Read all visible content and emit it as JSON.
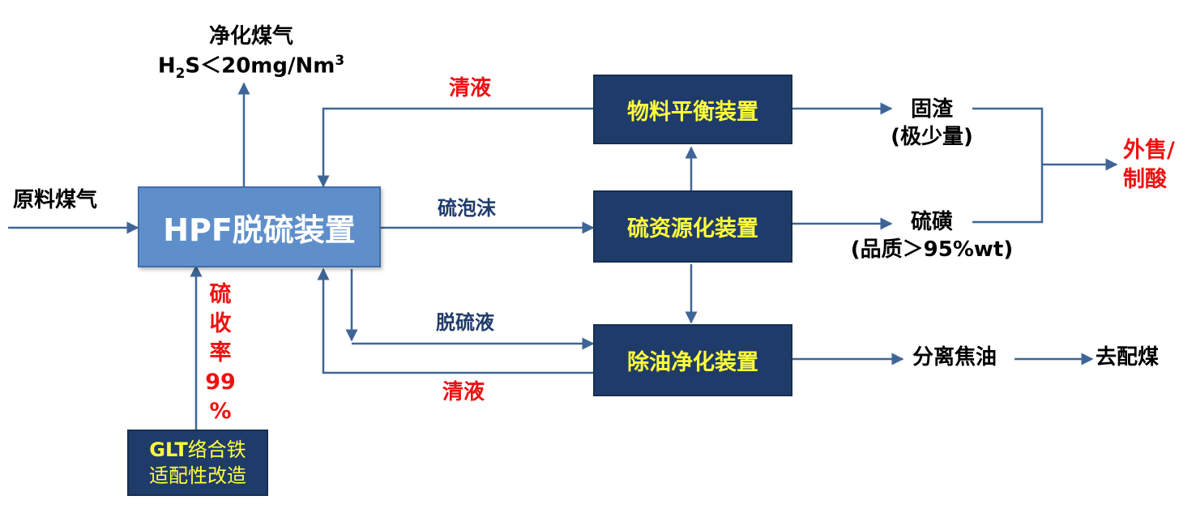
{
  "input": {
    "raw_gas": "原料煤气"
  },
  "output": {
    "clean_gas": "净化煤气",
    "h2s_spec": {
      "prefix": "H",
      "sub": "2",
      "mid": "S＜20mg/Nm",
      "sup": "3"
    }
  },
  "nodes": {
    "hpf": "HPF脱硫装置",
    "balance": "物料平衡装置",
    "sulfur": "硫资源化装置",
    "oil": "除油净化装置",
    "glt_line1_latin": "GLT",
    "glt_line1_cjk": "络合铁",
    "glt_line2": "适配性改造"
  },
  "flows": {
    "clear_liquid_top": "清液",
    "sulfur_foam": "硫泡沫",
    "desulf_liquid": "脱硫液",
    "clear_liquid_bottom": "清液"
  },
  "recovery": {
    "chars": [
      "硫",
      "收",
      "率",
      "99",
      "%"
    ]
  },
  "products": {
    "solid_residue": "固渣",
    "solid_residue_note": "(极少量)",
    "sulfur_product": "硫磺",
    "sulfur_quality": "(品质＞95%wt)",
    "sale_line1": "外售/",
    "sale_line2": "制酸",
    "separated_tar": "分离焦油",
    "to_coal": "去配煤"
  },
  "colors": {
    "arrow": "#3f6597",
    "dark_box": "#1f3b6a",
    "hpf_box": "#5f8fca",
    "box_text": "#ffff3c",
    "highlight": "#ee1111"
  }
}
